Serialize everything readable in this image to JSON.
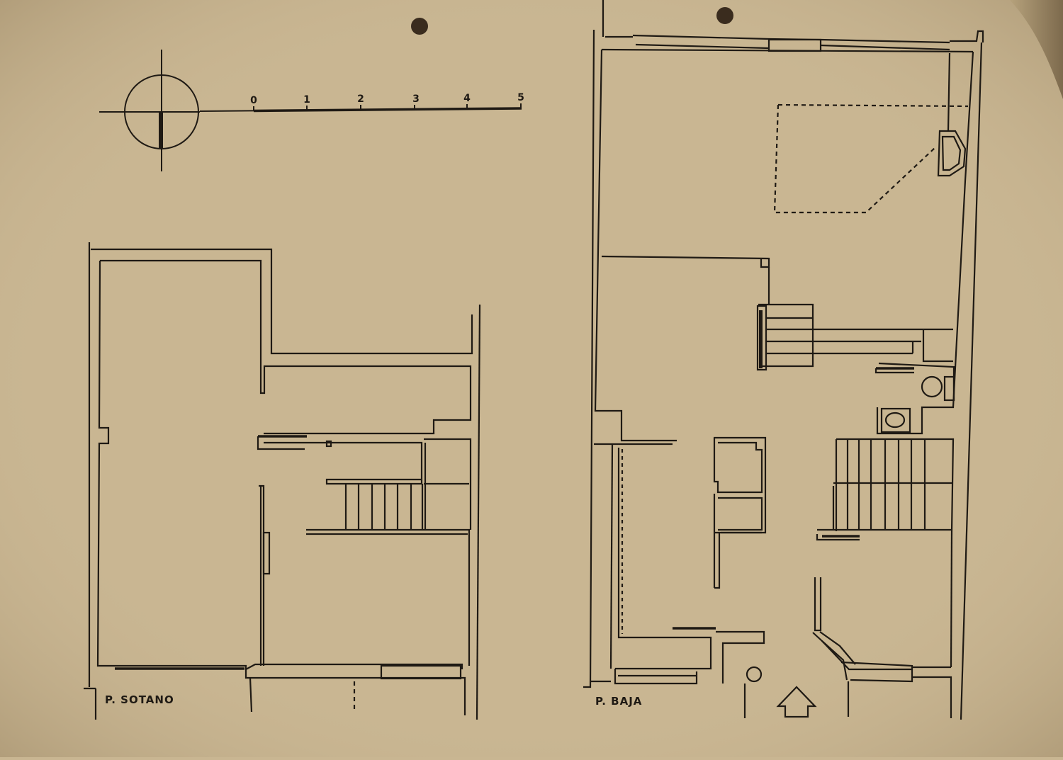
{
  "scale_bar": {
    "ticks": [
      "0",
      "1",
      "2",
      "3",
      "4",
      "5"
    ]
  },
  "plans": {
    "basement_label": "P. SOTANO",
    "ground_label": "P. BAJA"
  },
  "colors": {
    "paper": "#c9b692",
    "ink": "#1f1a14",
    "hole": "#3a2c1e"
  }
}
